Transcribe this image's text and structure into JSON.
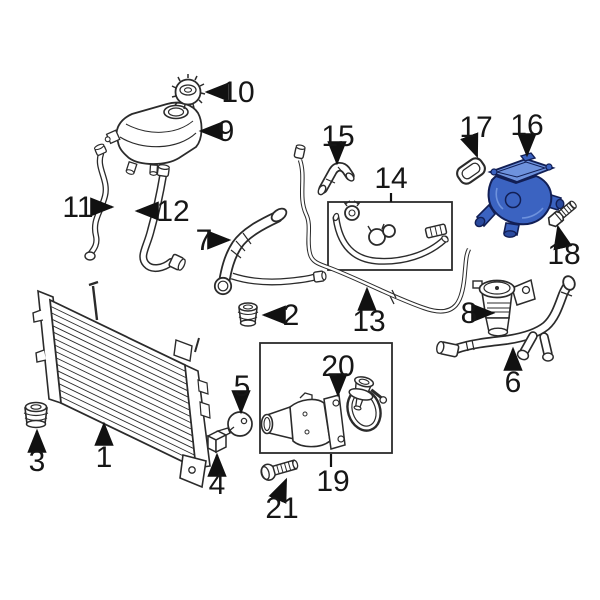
{
  "diagram": {
    "type": "exploded-parts-diagram",
    "subject": "engine-cooling-system",
    "background_color": "#ffffff",
    "line_color": "#2b2b2b",
    "label_color": "#161616",
    "highlight_color": "#3b63c1",
    "highlight_light": "#6e92dd",
    "highlight_dark": "#2a4a9e",
    "highlight_outline": "#121f55",
    "highlighted_part_number": "16",
    "callouts": [
      {
        "label": "1",
        "part": "radiator"
      },
      {
        "label": "2",
        "part": "mount-bushing"
      },
      {
        "label": "3",
        "part": "radiator-lower-mount"
      },
      {
        "label": "4",
        "part": "radiator-bracket"
      },
      {
        "label": "5",
        "part": "seal-disc"
      },
      {
        "label": "6",
        "part": "lower-coolant-hose"
      },
      {
        "label": "7",
        "part": "upper-radiator-hose"
      },
      {
        "label": "8",
        "part": "auxiliary-water-pump"
      },
      {
        "label": "9",
        "part": "coolant-expansion-tank"
      },
      {
        "label": "10",
        "part": "expansion-tank-cap"
      },
      {
        "label": "11",
        "part": "overflow-hose"
      },
      {
        "label": "12",
        "part": "expansion-tank-hose"
      },
      {
        "label": "13",
        "part": "bleed-hose"
      },
      {
        "label": "14",
        "part": "hose-clip-kit"
      },
      {
        "label": "15",
        "part": "connector-elbow-hose"
      },
      {
        "label": "16",
        "part": "water-outlet-housing"
      },
      {
        "label": "17",
        "part": "water-outlet-gasket"
      },
      {
        "label": "18",
        "part": "fitting-bolt"
      },
      {
        "label": "19",
        "part": "thermostat-housing-kit"
      },
      {
        "label": "20",
        "part": "thermostat-gasket"
      },
      {
        "label": "21",
        "part": "housing-bolt"
      }
    ]
  }
}
